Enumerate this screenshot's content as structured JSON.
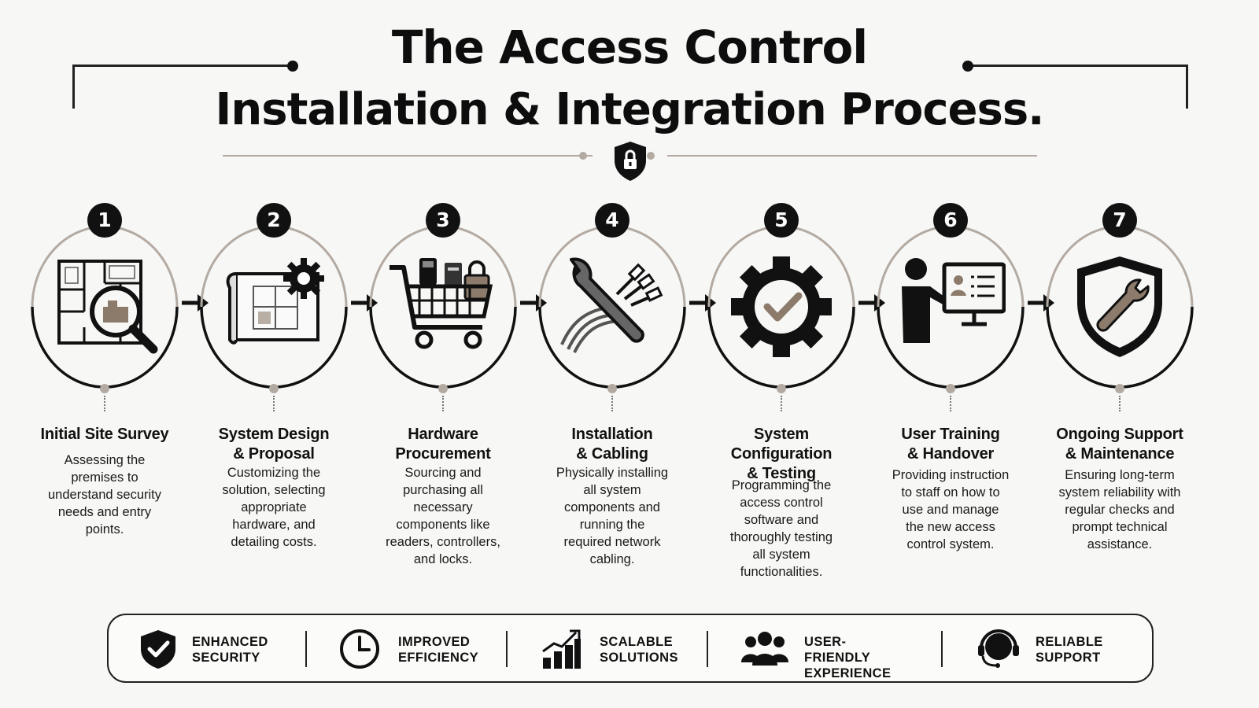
{
  "title": {
    "line1": "The Access Control",
    "line2": "Installation & Integration Process."
  },
  "header_icon": "shield-lock-icon",
  "steps": [
    {
      "number": "1",
      "title": "Initial Site Survey",
      "description": "Assessing the\npremises to\nunderstand security\nneeds and entry\npoints.",
      "icon": "floorplan-magnifier-icon"
    },
    {
      "number": "2",
      "title": "System Design\n& Proposal",
      "description": "Customizing the\nsolution, selecting\nappropriate\nhardware, and\ndetailing costs.",
      "icon": "blueprint-gear-icon"
    },
    {
      "number": "3",
      "title": "Hardware\nProcurement",
      "description": "Sourcing and\npurchasing all\nnecessary\ncomponents like\nreaders, controllers,\nand locks.",
      "icon": "shopping-cart-icon"
    },
    {
      "number": "4",
      "title": "Installation\n& Cabling",
      "description": "Physically installing\nall system\ncomponents and\nrunning the\nrequired network\ncabling.",
      "icon": "wrench-cables-icon"
    },
    {
      "number": "5",
      "title": "System\nConfiguration\n& Testing",
      "description": "Programming the\naccess control\nsoftware and\nthoroughly testing\nall system\nfunctionalities.",
      "icon": "gear-check-icon"
    },
    {
      "number": "6",
      "title": "User Training\n& Handover",
      "description": "Providing instruction\nto staff on how to\nuse and manage\nthe new access\ncontrol system.",
      "icon": "presenter-monitor-icon"
    },
    {
      "number": "7",
      "title": "Ongoing Support\n& Maintenance",
      "description": "Ensuring long-term\nsystem reliability with\nregular checks and\nprompt technical\nassistance.",
      "icon": "shield-wrench-icon"
    }
  ],
  "benefits": [
    {
      "label": "ENHANCED\nSECURITY",
      "icon": "shield-check-icon"
    },
    {
      "label": "IMPROVED\nEFFICIENCY",
      "icon": "clock-icon"
    },
    {
      "label": "SCALABLE\nSOLUTIONS",
      "icon": "growth-chart-icon"
    },
    {
      "label": "USER-FRIENDLY\nEXPERIENCE",
      "icon": "users-icon"
    },
    {
      "label": "RELIABLE\nSUPPORT",
      "icon": "headset-icon"
    }
  ],
  "colors": {
    "ink": "#111111",
    "accent_taupe": "#8c7b6b",
    "muted_line": "#b3aaa2",
    "background": "#f7f7f5"
  }
}
